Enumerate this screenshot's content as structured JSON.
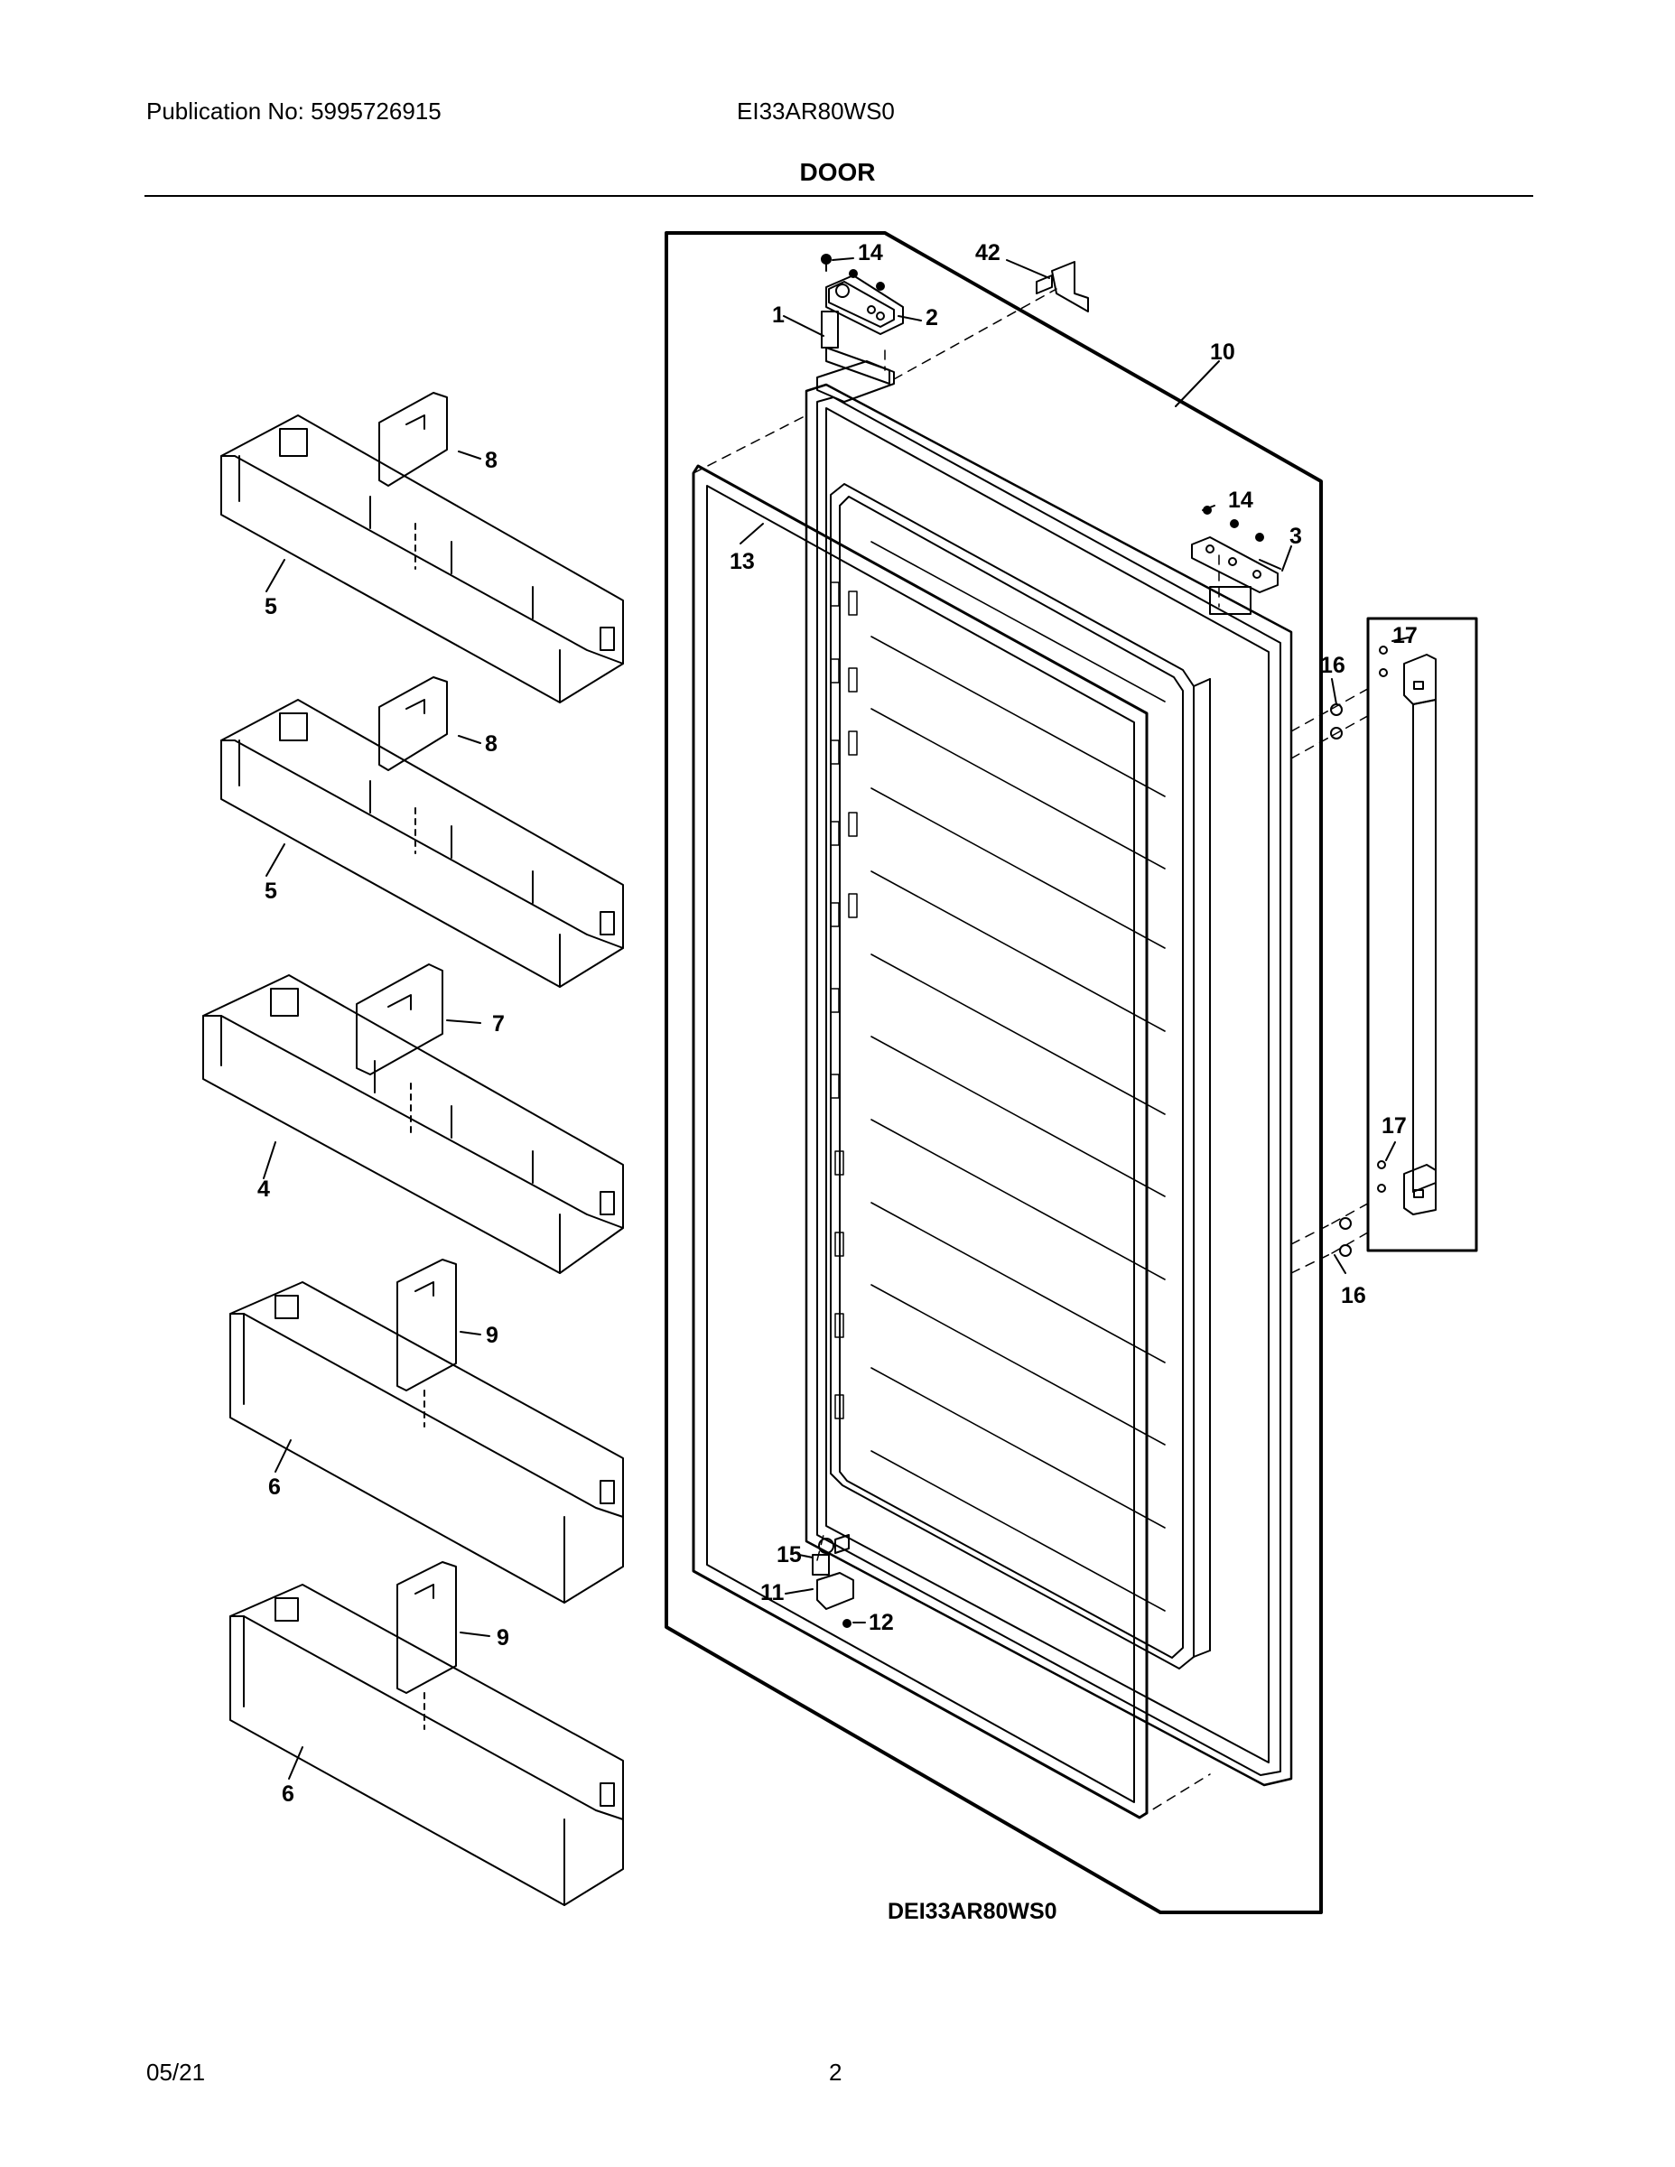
{
  "header": {
    "publication": "Publication No: 5995726915",
    "model": "EI33AR80WS0",
    "section_title": "DOOR"
  },
  "diagram": {
    "callouts": {
      "c1": "1",
      "c2": "2",
      "c3": "3",
      "c4": "4",
      "c5a": "5",
      "c5b": "5",
      "c6a": "6",
      "c6b": "6",
      "c7": "7",
      "c8a": "8",
      "c8b": "8",
      "c9a": "9",
      "c9b": "9",
      "c10": "10",
      "c11": "11",
      "c12": "12",
      "c13": "13",
      "c14a": "14",
      "c14b": "14",
      "c15": "15",
      "c16a": "16",
      "c16b": "16",
      "c17a": "17",
      "c17b": "17",
      "c42": "42"
    },
    "diagram_code": "DEI33AR80WS0"
  },
  "footer": {
    "date": "05/21",
    "page_number": "2"
  }
}
